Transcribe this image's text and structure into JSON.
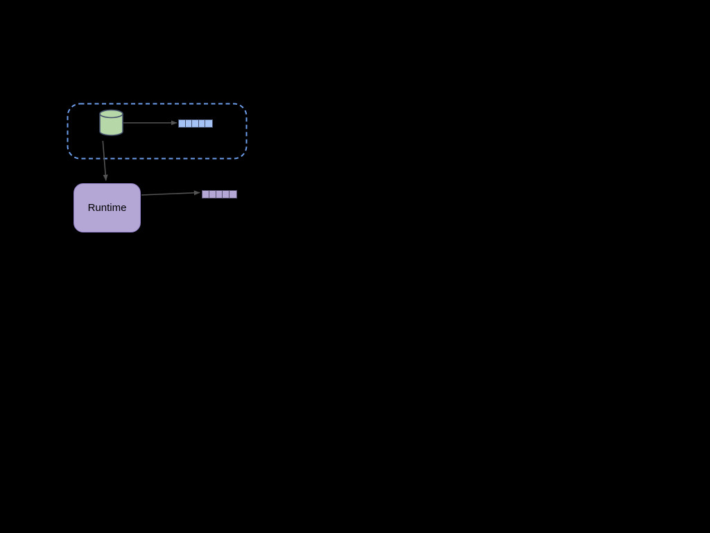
{
  "colors": {
    "background": "#000000",
    "boundary_border": "#6d9eeb",
    "cylinder_fill": "#b6d7a8",
    "cylinder_stroke": "#44506b",
    "arrow": "#545454",
    "blue_cell_fill": "#a4c2f4",
    "blue_cell_border": "#44506b",
    "runtime_fill": "#b4a7d6",
    "runtime_border": "#8e7cc3",
    "runtime_text": "#000000",
    "purple_cell_fill": "#b4a7d6",
    "purple_cell_border": "#534e6b"
  },
  "diagram": {
    "boundary": {
      "shape": "dashed-rounded-rectangle"
    },
    "datastore": {
      "icon": "database-cylinder-icon"
    },
    "blue_array": {
      "cells": 5
    },
    "runtime": {
      "label": "Runtime"
    },
    "purple_array": {
      "cells": 5
    }
  }
}
